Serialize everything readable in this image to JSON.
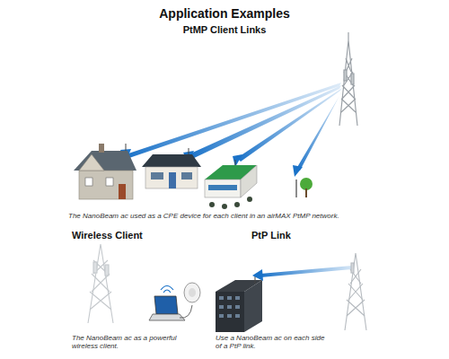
{
  "diagram": {
    "title": "Application Examples",
    "labels": [
      "PtMP Client Links",
      "The NanoBeam ac used as a CPE device for each client in an airMAX PtMP network.",
      "Wireless Client",
      "PtP Link",
      "The NanoBeam ac as a powerful wireless client.",
      "Use a NanoBeam ac on each side of a PtP link."
    ]
  }
}
